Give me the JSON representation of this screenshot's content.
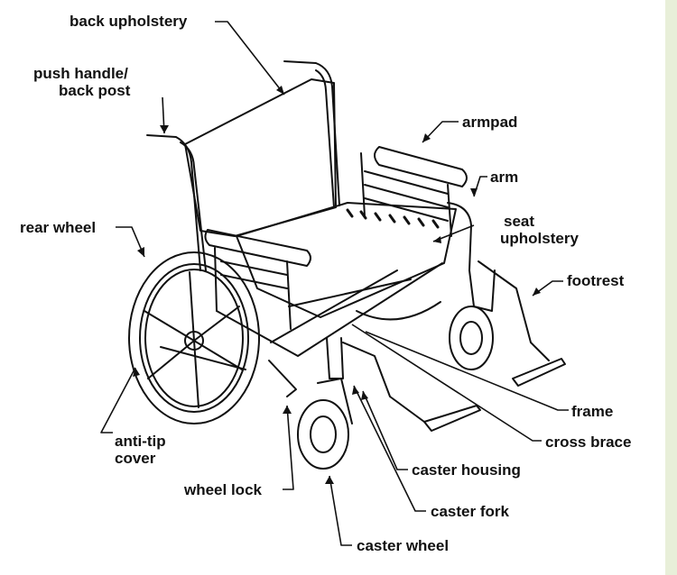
{
  "labels": {
    "back_upholstery": "back upholstery",
    "push_handle_line1": "push handle/",
    "push_handle_line2": "back post",
    "armpad": "armpad",
    "arm": "arm",
    "seat_upholstery_line1": "seat",
    "seat_upholstery_line2": "upholstery",
    "rear_wheel": "rear wheel",
    "footrest": "footrest",
    "frame": "frame",
    "cross_brace": "cross brace",
    "anti_tip_line1": "anti-tip",
    "anti_tip_line2": "cover",
    "caster_housing": "caster housing",
    "wheel_lock": "wheel lock",
    "caster_fork": "caster fork",
    "caster_wheel": "caster wheel"
  },
  "colors": {
    "line": "#111111",
    "background": "#ffffff",
    "side_strip": "#e8efd9"
  }
}
